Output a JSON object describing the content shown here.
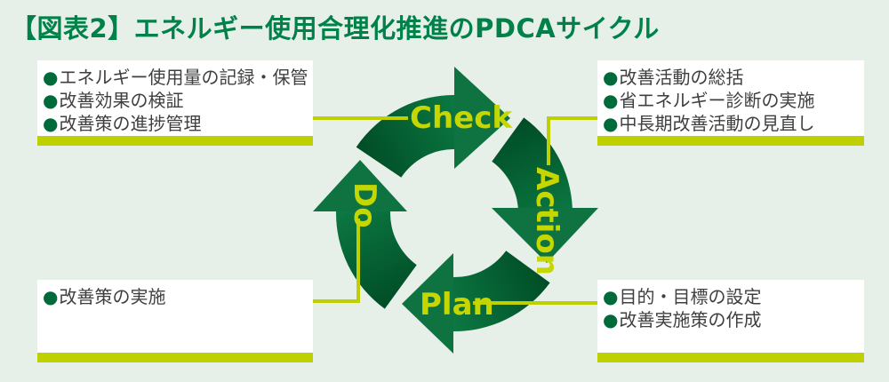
{
  "title": "【図表2】エネルギー使用合理化推進のPDCAサイクル",
  "bullet_glyph": "●",
  "cycle": {
    "check_label": "Check",
    "action_label": "Action",
    "do_label": "Do",
    "plan_label": "Plan"
  },
  "boxes": {
    "check": {
      "items": [
        "エネルギー使用量の記録・保管",
        "改善効果の検証",
        "改善策の進捗管理"
      ]
    },
    "action": {
      "items": [
        "改善活動の総括",
        "省エネルギー診断の実施",
        "中長期改善活動の見直し"
      ]
    },
    "do": {
      "items": [
        "改善策の実施"
      ]
    },
    "plan": {
      "items": [
        "目的・目標の設定",
        "改善実施策の作成"
      ]
    }
  },
  "colors": {
    "background": "#e7f0e8",
    "title_green": "#008149",
    "ring_green_dark": "#004c26",
    "ring_green": "#0c7a43",
    "arrowhead_green": "#0e7340",
    "lime_accent": "#bfd000",
    "label_lime": "#c6d600",
    "bullet_green": "#006b3a",
    "text_dark": "#3f3f3f",
    "box_white": "#ffffff"
  }
}
